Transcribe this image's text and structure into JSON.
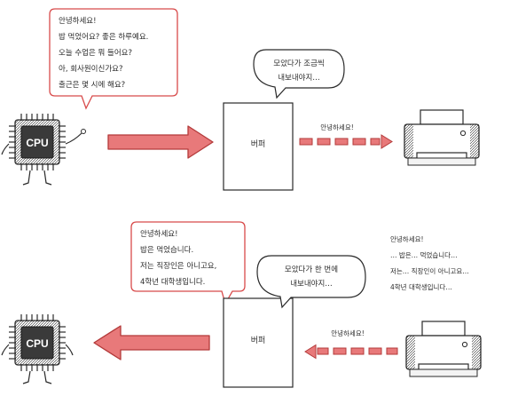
{
  "top": {
    "cpu_label": "CPU",
    "speech_lines": [
      "안녕하세요!",
      "밥 먹었어요? 좋은 하루예요.",
      "오늘 수업은 뭐 들어요?",
      "아, 회사원이신가요?",
      "출근은 몇 시에 해요?"
    ],
    "buffer_label": "버퍼",
    "buffer_bubble_lines": [
      "모았다가 조금씩",
      "내보내야지…"
    ],
    "stream_label": "안녕하세요!"
  },
  "bottom": {
    "cpu_label": "CPU",
    "speech_lines": [
      "안녕하세요!",
      "밥은 먹었습니다.",
      "저는 직장인은 아니고요,",
      "4학년 대학생입니다."
    ],
    "buffer_label": "버퍼",
    "buffer_bubble_lines": [
      "모았다가 한 번에",
      "내보내야지…"
    ],
    "stream_label": "안녕하세요!",
    "printer_text_lines": [
      "안녕하세요!",
      "… 밥은… 먹었습니다…",
      "저는… 직장인이 아니고요…",
      "4학년 대학생입니다…"
    ]
  },
  "colors": {
    "arrow_fill": "#e8797a",
    "arrow_stroke": "#b33a3a",
    "bubble_red": "#d84a4a",
    "chip_dark": "#3a3a3a"
  }
}
